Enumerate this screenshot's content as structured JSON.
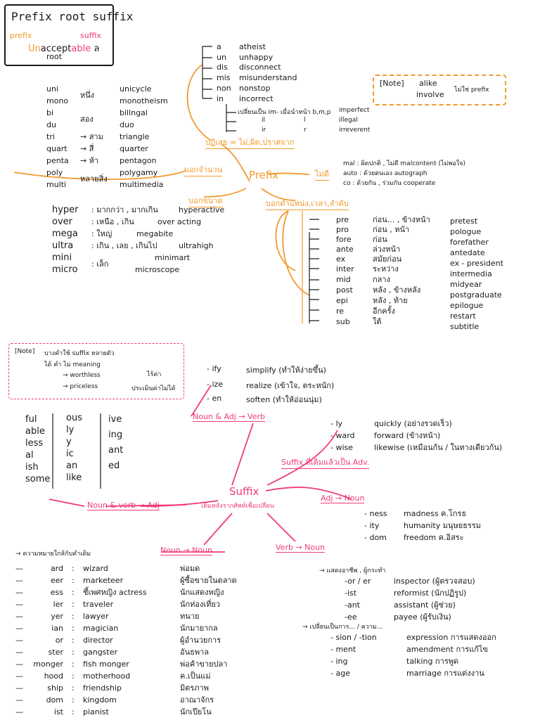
{
  "legend": {
    "title": "Prefix root suffix",
    "prefix": "prefix",
    "suffix": "suffix",
    "word_un": "Un",
    "word_accept": "accept",
    "word_able": "able",
    "word_ext": "ล",
    "root": "root"
  },
  "note_top": {
    "tag": "[Note]",
    "l1": "alike",
    "l2": "involve",
    "l3": "ไม่ใช่ prefix"
  },
  "negatives": {
    "items": [
      {
        "p": "a",
        "w": "atheist"
      },
      {
        "p": "un",
        "w": "unhappy"
      },
      {
        "p": "dis",
        "w": "disconnect"
      },
      {
        "p": "mis",
        "w": "misunderstand"
      },
      {
        "p": "non",
        "w": "nonstop"
      },
      {
        "p": "in",
        "w": "incorrect"
      }
    ],
    "rule": "เปลี่ยนเป็น im- เมื่อนำหน้า b,m,p",
    "im": "imperfect",
    "il_p": "il",
    "il_r": "l",
    "il": "illegal",
    "ir_p": "ir",
    "ir_r": "r",
    "ir": "irreverent",
    "label": "ปฏิเสธ = ไม่,ผิด,ปราศจาก"
  },
  "numbers": {
    "label": "บอกจำนวน",
    "items": [
      {
        "p": "uni",
        "m": "",
        "w": "unicycle"
      },
      {
        "p": "mono",
        "m": "หนึ่ง",
        "w": "monotheism"
      },
      {
        "p": "bi",
        "m": "",
        "w": "billngal"
      },
      {
        "p": "du",
        "m": "สอง",
        "w": "duo"
      },
      {
        "p": "tri",
        "m": "→ สาม",
        "w": "triangle"
      },
      {
        "p": "quart",
        "m": "→ สี่",
        "w": "quarter"
      },
      {
        "p": "penta",
        "m": "→ ห้า",
        "w": "pentagon"
      },
      {
        "p": "poly",
        "m": "",
        "w": "polygamy"
      },
      {
        "p": "multi",
        "m": "หลายสิ่ง",
        "w": "multimedia"
      }
    ]
  },
  "bad": {
    "label": "ไม่ดี",
    "items": [
      "mal : ผิดปกติ , ไม่ดี malcontent (ไม่พอใจ)",
      "auto : ด้วยตนเอง autograph",
      "co : ด้วยกัน , ร่วมกัน cooperate"
    ]
  },
  "size": {
    "label": "บอกขนาด",
    "items": [
      {
        "p": "hyper",
        "m": ": มากกว่า , มากเกิน",
        "w": "hyperactive"
      },
      {
        "p": "over",
        "m": ": เหนือ , เกิน",
        "w": "over acting"
      },
      {
        "p": "mega",
        "m": ": ใหญ่",
        "w": "megabite"
      },
      {
        "p": "ultra",
        "m": ": เกิน , เลย , เกินไป",
        "w": "ultrahigh"
      },
      {
        "p": "mini",
        "m": "",
        "w": "minimart"
      },
      {
        "p": "micro",
        "m": ": เล็ก",
        "w": "microscope"
      }
    ]
  },
  "center": {
    "prefix": "Prefix",
    "suffix": "Suffix",
    "suffix_sub": "เติมหลังรากศัพท์เพื่อเปลี่ยน"
  },
  "time": {
    "label": "บอกตำแหน่ง,เวลา,ลำดับ",
    "items": [
      {
        "p": "pre",
        "m": "ก่อน... , ข้างหน้า",
        "w": "pretest"
      },
      {
        "p": "pro",
        "m": "ก่อน , หน้า",
        "w": "pologue"
      },
      {
        "p": "fore",
        "m": "ก่อน",
        "w": "forefather"
      },
      {
        "p": "ante",
        "m": "ล่วงหน้า",
        "w": "antedate"
      },
      {
        "p": "ex",
        "m": "สมัยก่อน",
        "w": "ex - president"
      },
      {
        "p": "inter",
        "m": "ระหว่าง",
        "w": "intermedia"
      },
      {
        "p": "mid",
        "m": "กลาง",
        "w": "midyear"
      },
      {
        "p": "post",
        "m": "หลัง , ข้างหลัง",
        "w": "postgraduate"
      },
      {
        "p": "epi",
        "m": "หลัง , ท้าย",
        "w": "epilogue"
      },
      {
        "p": "re",
        "m": "อีกครั้ง",
        "w": "restart"
      },
      {
        "p": "sub",
        "m": "ใต้",
        "w": "subtitle"
      }
    ]
  },
  "note_bottom": {
    "tag": "[Note]",
    "l1": "บางคำใช้ suffix หลายตัว",
    "l2": "ได้ คำ ไม่ meaning",
    "l3": "→ worthless",
    "l4": "ไร้ค่า",
    "l5": "→ priceless",
    "l6": "ประเมินค่าไม่ได้"
  },
  "verb": {
    "label": "Noun & Adj → Verb",
    "items": [
      {
        "s": "- ify",
        "w": "simplify (ทำให้ง่ายขึ้น)"
      },
      {
        "s": "- ize",
        "w": "realize (เข้าใจ, ตระหนัก)"
      },
      {
        "s": "- en",
        "w": "soften (ทำให้อ่อนนุ่ม)"
      }
    ]
  },
  "suffix_cols": {
    "c1": [
      "ful",
      "able",
      "less",
      "al",
      "ish",
      "some"
    ],
    "c2": [
      "ous",
      "ly",
      "y",
      "ic",
      "an",
      "like"
    ],
    "c3": [
      "ive",
      "ing",
      "ant",
      "ed"
    ]
  },
  "adv": {
    "label": "Suffix ที่เติมแล้วเป็น Adv.",
    "items": [
      {
        "s": "- ly",
        "w": "quickly (อย่างรวดเร็ว)"
      },
      {
        "s": "- ward",
        "w": "forward (ข้างหน้า)"
      },
      {
        "s": "- wise",
        "w": "likewise (เหมือนกัน / ในทางเดียวกัน)"
      }
    ]
  },
  "noun_verb_adj": {
    "label": "Noun & verb → Adj"
  },
  "adj_noun": {
    "label": "Adj → Noun",
    "items": [
      {
        "s": "- ness",
        "w": "madness ค.โกรธ"
      },
      {
        "s": "- ity",
        "w": "humanity มนุษยธรรม"
      },
      {
        "s": "- dom",
        "w": "freedom ค.อิสระ"
      }
    ]
  },
  "noun_noun": {
    "label": "Noun → Noun",
    "note": "→ ความหมายใกล้กับคำเดิม",
    "items": [
      {
        "s": "ard",
        "w": "wizard",
        "m": "พ่อมด"
      },
      {
        "s": "eer",
        "w": "marketeer",
        "m": "ผู้ซื้อขายในตลาด"
      },
      {
        "s": "ess",
        "w": "ชี้เพศหญิง actress",
        "m": "นักแสดงหญิง"
      },
      {
        "s": "ler",
        "w": "traveler",
        "m": "นักท่องเที่ยว"
      },
      {
        "s": "yer",
        "w": "lawyer",
        "m": "ทนาย"
      },
      {
        "s": "ian",
        "w": "magician",
        "m": "นักมายากล"
      },
      {
        "s": "or",
        "w": "director",
        "m": "ผู้อำนวยการ"
      },
      {
        "s": "ster",
        "w": "gangster",
        "m": "อันธพาล"
      },
      {
        "s": "monger",
        "w": "fish monger",
        "m": "พ่อค้าขายปลา"
      },
      {
        "s": "hood",
        "w": "motherhood",
        "m": "ค.เป็นแม่"
      },
      {
        "s": "ship",
        "w": "friendship",
        "m": "มิตรภาพ"
      },
      {
        "s": "dom",
        "w": "kingdom",
        "m": "อาณาจักร"
      },
      {
        "s": "ist",
        "w": "pianist",
        "m": "นักเปียโน"
      }
    ]
  },
  "verb_noun": {
    "label": "Verb → Noun",
    "person": "แสดงอาชีพ , ผู้กระทำ",
    "person_items": [
      {
        "s": "-or / er",
        "w": "inspector (ผู้ตรวจสอบ)"
      },
      {
        "s": "-ist",
        "w": "reformist (นักปฏิรูป)"
      },
      {
        "s": "-ant",
        "w": "assistant (ผู้ช่วย)"
      },
      {
        "s": "-ee",
        "w": "payee (ผู้รับเงิน)"
      }
    ],
    "action": "เปลี่ยนเป็นการ... / ความ...",
    "action_items": [
      {
        "s": "- sion / -tion",
        "w": "expression การแสดงออก"
      },
      {
        "s": "- ment",
        "w": "amendment การแก้ไข"
      },
      {
        "s": "- ing",
        "w": "talking การพูด"
      },
      {
        "s": "- age",
        "w": "marriage การแต่งงาน"
      }
    ]
  }
}
